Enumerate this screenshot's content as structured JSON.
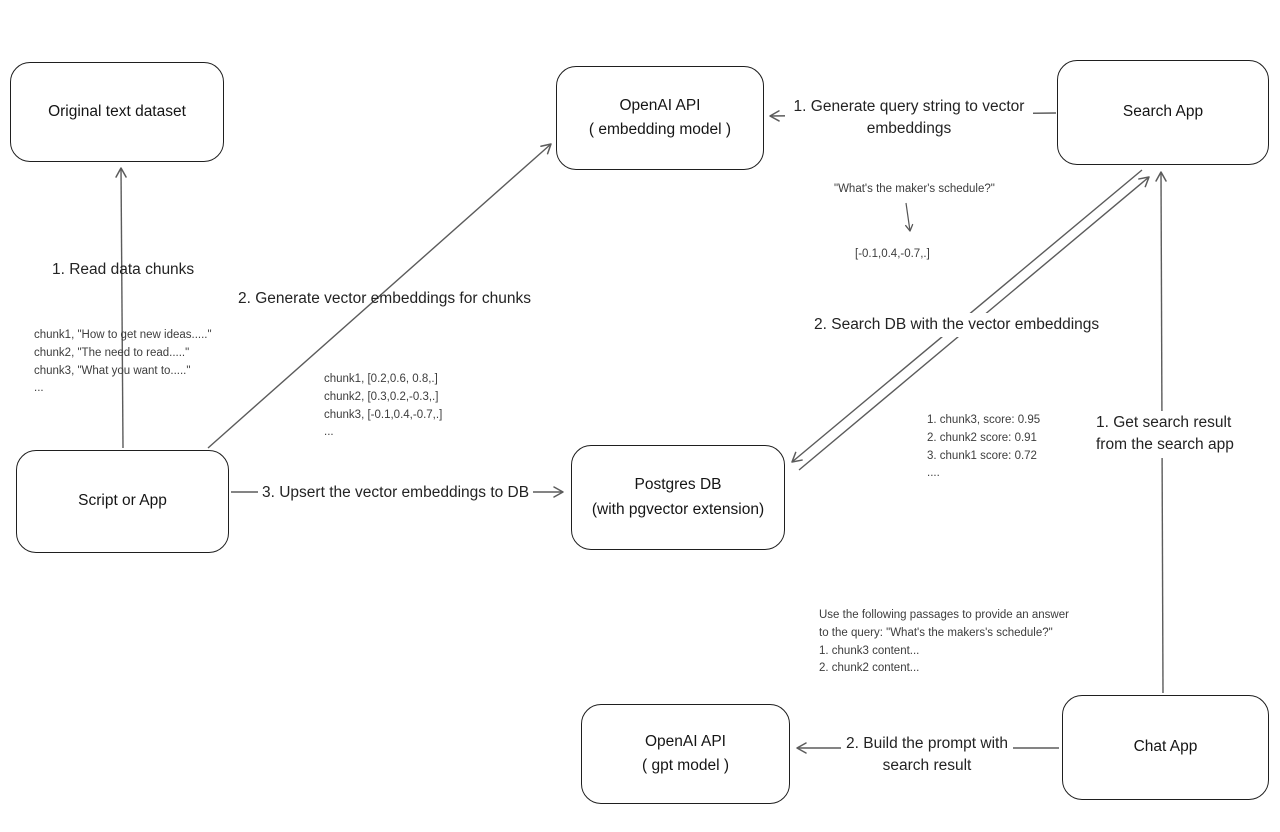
{
  "nodes": {
    "original_dataset": {
      "label": "Original text dataset"
    },
    "openai_embedding": {
      "label": "OpenAI API\n( embedding model )"
    },
    "search_app": {
      "label": "Search App"
    },
    "script_or_app": {
      "label": "Script or App"
    },
    "postgres_db": {
      "label": "Postgres DB\n(with pgvector extension)"
    },
    "openai_gpt": {
      "label": "OpenAI API\n( gpt model )"
    },
    "chat_app": {
      "label": "Chat App"
    }
  },
  "edges": {
    "read_chunks": {
      "label": "1. Read data chunks"
    },
    "generate_embeddings": {
      "label": "2. Generate vector embeddings for chunks"
    },
    "upsert_embeddings": {
      "label": "3. Upsert the vector embeddings  to DB"
    },
    "query_to_vector": {
      "label": "1. Generate query string to vector\nembeddings"
    },
    "search_db": {
      "label": "2. Search DB with the vector embeddings"
    },
    "get_search_result": {
      "label": "1. Get search result\nfrom the search app"
    },
    "build_prompt": {
      "label": "2. Build the prompt with\nsearch result"
    }
  },
  "annotations": {
    "chunk_texts": "chunk1, \"How to get new ideas.....\"\nchunk2, \"The need to read.....\"\nchunk3, \"What you want to.....\"\n...",
    "chunk_vectors": "chunk1, [0.2,0.6, 0.8,.]\nchunk2, [0.3,0.2,-0.3,.]\nchunk3, [-0.1,0.4,-0.7,.]\n...",
    "query_example": "\"What's the maker's schedule?\"",
    "query_vector": "[-0.1,0.4,-0.7,.]",
    "search_scores": "1. chunk3, score: 0.95\n2. chunk2 score: 0.91\n3. chunk1 score: 0.72\n....",
    "prompt_example": "Use the following passages to provide an answer\nto the query: \"What's the makers's schedule?\"\n1. chunk3 content...\n2. chunk2 content..."
  },
  "colors": {
    "stroke": "#5b5b5b",
    "box_border": "#1f1f1f",
    "background": "#ffffff"
  }
}
